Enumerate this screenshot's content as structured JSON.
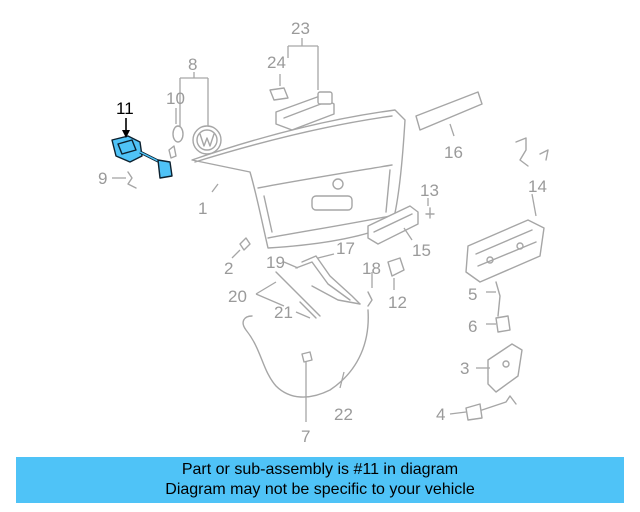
{
  "callouts": {
    "c1": "1",
    "c2": "2",
    "c3": "3",
    "c4": "4",
    "c5": "5",
    "c6": "6",
    "c7": "7",
    "c8": "8",
    "c9": "9",
    "c10": "10",
    "c11": "11",
    "c12": "12",
    "c13": "13",
    "c14": "14",
    "c15": "15",
    "c16": "16",
    "c17": "17",
    "c18": "18",
    "c19": "19",
    "c20": "20",
    "c21": "21",
    "c22": "22",
    "c23": "23",
    "c24": "24"
  },
  "highlighted_part": "11",
  "highlight_color": "#4fc3f7",
  "banner": {
    "line1": "Part or sub-assembly is #11 in diagram",
    "line2": "Diagram may not be specific to your vehicle"
  }
}
